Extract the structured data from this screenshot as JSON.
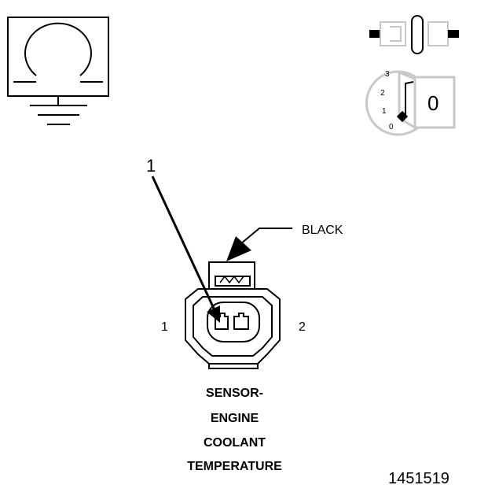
{
  "ohmmeter_symbol": {
    "icon": "ohmmeter-ground-icon"
  },
  "connector_icon": {
    "icon": "connector-disconnected-icon"
  },
  "ignition_switch": {
    "icon": "ignition-key-icon",
    "positions": [
      "3",
      "2",
      "1",
      "0"
    ],
    "key_label": "0"
  },
  "callout": {
    "number": "1"
  },
  "connector": {
    "color_label": "BLACK",
    "pin_left": "1",
    "pin_right": "2"
  },
  "component_title": [
    "SENSOR-",
    "ENGINE",
    "COOLANT",
    "TEMPERATURE"
  ],
  "figure_id": "1451519"
}
